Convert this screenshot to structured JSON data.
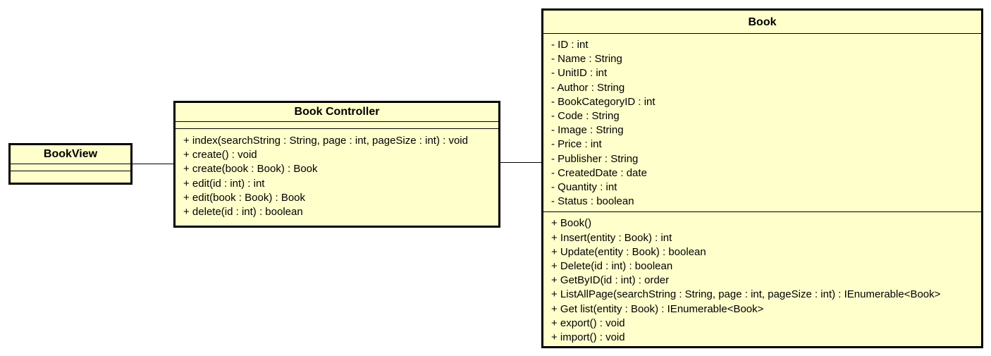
{
  "diagram": {
    "classes": {
      "book_view": {
        "name": "BookView",
        "attributes": [],
        "operations": []
      },
      "book_controller": {
        "name": "Book Controller",
        "attributes": [],
        "operations": [
          "+ index(searchString : String, page : int, pageSize : int) : void",
          "+ create() : void",
          "+ create(book : Book) : Book",
          "+ edit(id : int) : int",
          "+ edit(book : Book) : Book",
          "+ delete(id : int) : boolean"
        ]
      },
      "book": {
        "name": "Book",
        "attributes": [
          "- ID : int",
          "- Name : String",
          "- UnitID : int",
          "- Author : String",
          "- BookCategoryID : int",
          "- Code : String",
          "- Image : String",
          "- Price : int",
          "- Publisher : String",
          "- CreatedDate : date",
          "- Quantity : int",
          "- Status : boolean"
        ],
        "operations": [
          "+ Book()",
          "+ Insert(entity : Book) : int",
          "+ Update(entity : Book) : boolean",
          "+ Delete(id : int) : boolean",
          "+ GetByID(id : int) : order",
          "+ ListAllPage(searchString : String, page : int, pageSize : int) : IEnumerable<Book>",
          "+ Get list(entity : Book) : IEnumerable<Book>",
          "+ export() : void",
          "+ import() : void"
        ]
      }
    },
    "colors": {
      "class_fill": "#ffffcc",
      "border": "#000000"
    }
  }
}
